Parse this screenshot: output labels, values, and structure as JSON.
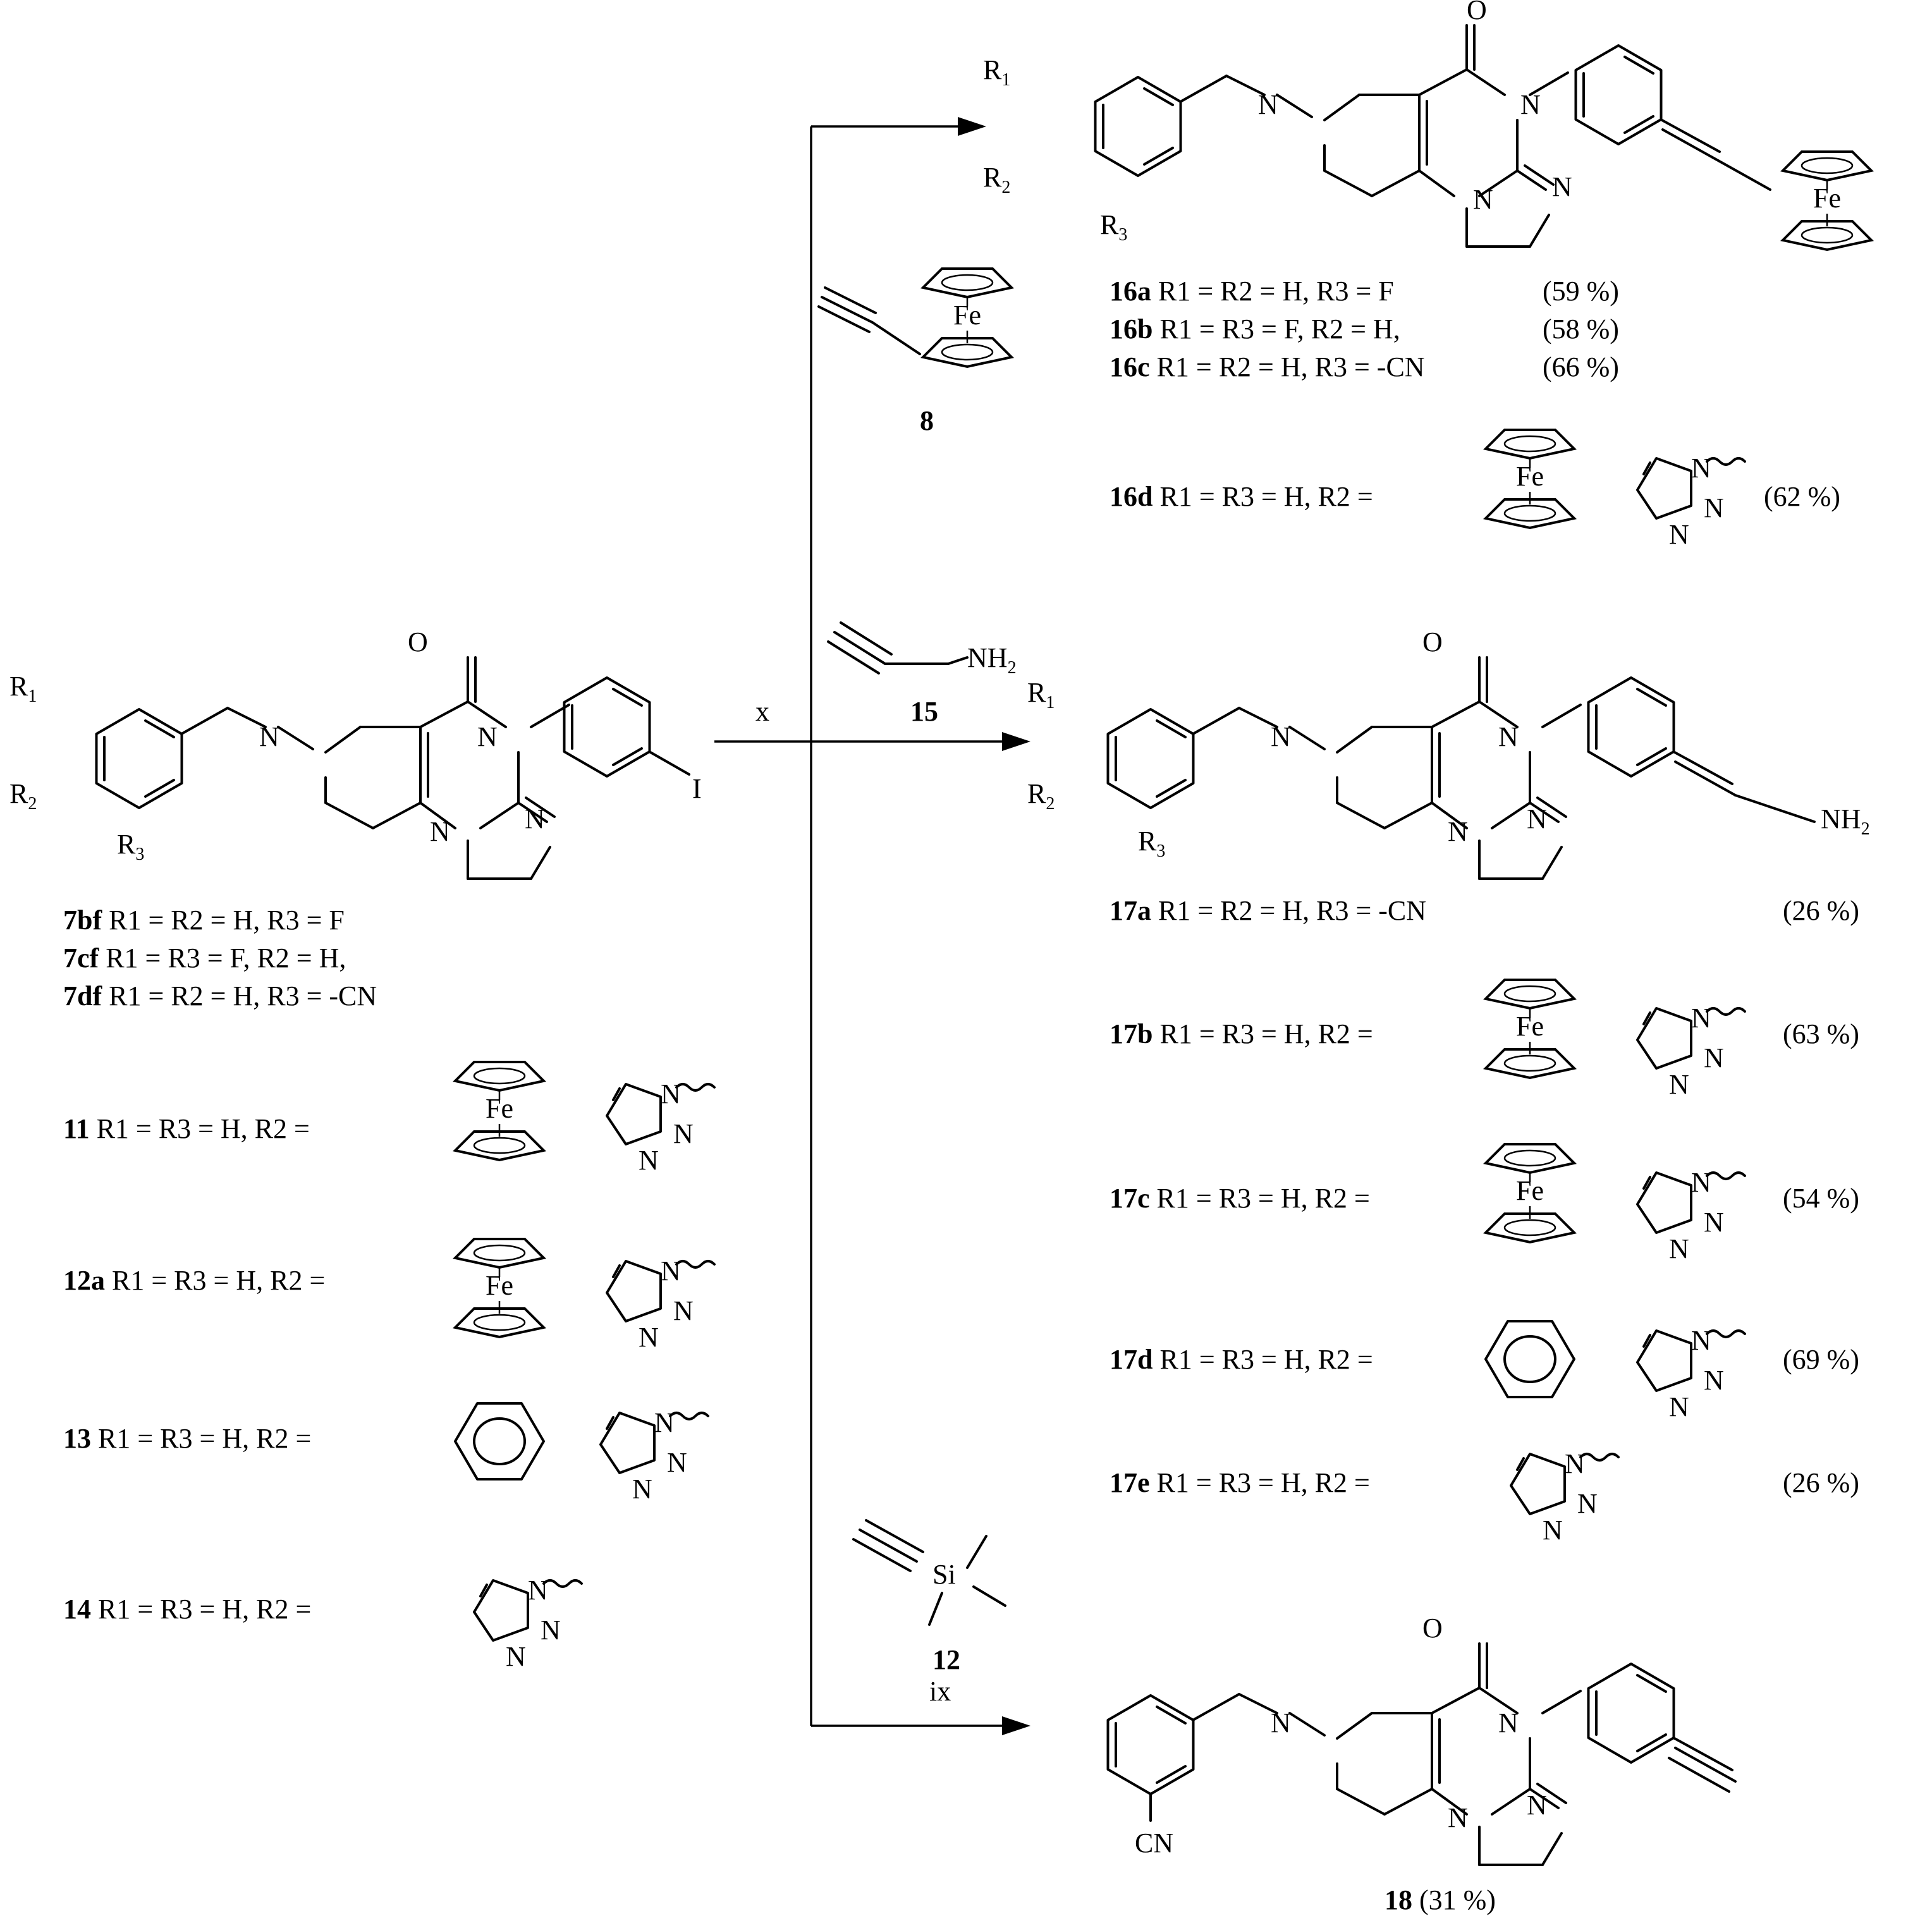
{
  "reagents": {
    "x_label": "x",
    "comp8": "8",
    "comp15": "15",
    "comp12": "12",
    "ix_label": "ix",
    "fe": "Fe",
    "nh2": "NH",
    "nh2_sub": "2",
    "si": "Si"
  },
  "atoms": {
    "N": "N",
    "O": "O",
    "I": "I",
    "CN": "CN",
    "R": "R",
    "sub1": "1",
    "sub2": "2",
    "sub3": "3"
  },
  "start": {
    "rows": [
      {
        "id": "7bf",
        "text": "R1 = R2 = H, R3 = F"
      },
      {
        "id": "7cf",
        "text": "R1 = R3 = F, R2 = H,"
      },
      {
        "id": "7df",
        "text": "R1 = R2 = H, R3 = -CN"
      },
      {
        "id": "11",
        "text": "R1 = R3 = H, R2 ="
      },
      {
        "id": "12a",
        "text": "R1 = R3 = H, R2 ="
      },
      {
        "id": "13",
        "text": "R1 = R3 = H, R2 ="
      },
      {
        "id": "14",
        "text": "R1 = R3 = H, R2 ="
      }
    ]
  },
  "products16": [
    {
      "id": "16a",
      "text": "R1 = R2 = H, R3 = F",
      "yield": "(59 %)"
    },
    {
      "id": "16b",
      "text": "R1 = R3 = F, R2 = H,",
      "yield": "(58 %)"
    },
    {
      "id": "16c",
      "text": "R1 = R2 = H, R3 = -CN",
      "yield": "(66 %)"
    },
    {
      "id": "16d",
      "text": "R1 = R3 = H, R2 =",
      "yield": "(62 %)"
    }
  ],
  "products17": [
    {
      "id": "17a",
      "text": "R1 = R2 = H, R3 = -CN",
      "yield": "(26 %)"
    },
    {
      "id": "17b",
      "text": "R1 = R3 = H, R2 =",
      "yield": "(63 %)"
    },
    {
      "id": "17c",
      "text": "R1 = R3 = H, R2 =",
      "yield": "(54 %)"
    },
    {
      "id": "17d",
      "text": "R1 = R3 = H, R2 =",
      "yield": "(69 %)"
    },
    {
      "id": "17e",
      "text": "R1 = R3 = H, R2 =",
      "yield": "(26 %)"
    }
  ],
  "product18": {
    "id": "18",
    "yield": "(31 %)"
  }
}
